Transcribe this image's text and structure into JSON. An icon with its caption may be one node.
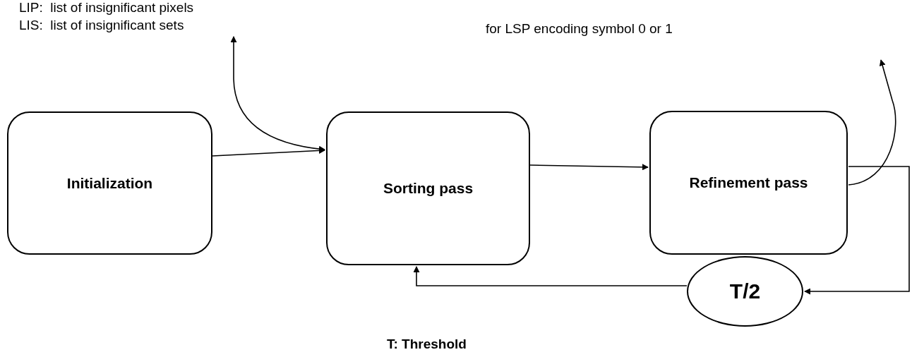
{
  "diagram": {
    "nodes": [
      {
        "text": [
          "LIS:  list of insignificant sets"
        ]
      },
      {
        "text": [
          "Initialization"
        ]
      },
      {
        "text": [
          "Sorting pass"
        ]
      },
      {
        "text": [
          "Refinement pass"
        ]
      },
      {
        "text": [
          "T/2"
        ]
      }
    ],
    "edges": [
      {
        "from": 2,
        "to": 0,
        "arrow": "both"
      },
      {
        "from": 1,
        "to": 2,
        "arrow": "to"
      },
      {
        "from": 2,
        "to": 3,
        "arrow": "to"
      },
      {
        "from": 3,
        "to": null,
        "arrow": "to"
      },
      {
        "from": 3,
        "to": 4,
        "arrow": "to"
      },
      {
        "from": 4,
        "to": 2,
        "arrow": "to"
      }
    ],
    "labels": [
      "LIP:  list of insignificant pixels",
      "for LSP encoding symbol 0 or 1",
      "T: Threshold"
    ]
  }
}
